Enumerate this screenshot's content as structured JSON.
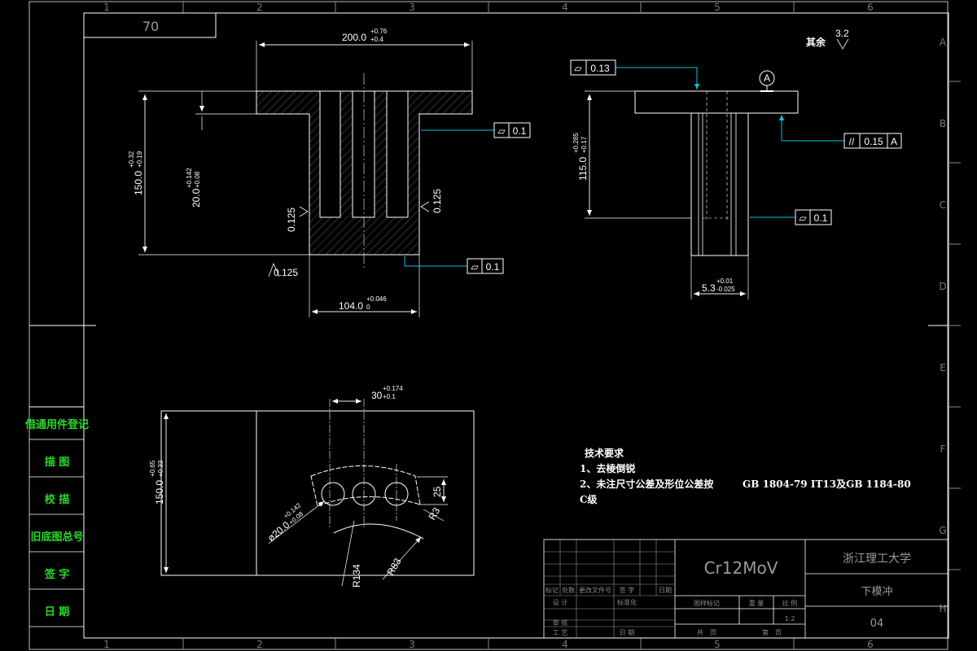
{
  "colors": {
    "background": "#000000",
    "line": "#ffffff",
    "leader": "#00c8e6",
    "side_label": "#22dd22",
    "muted": "#8a8a8a"
  },
  "border_zones": {
    "columns": [
      "1",
      "2",
      "3",
      "4",
      "5",
      "6"
    ],
    "rows": [
      "A",
      "B",
      "C",
      "D",
      "E",
      "F",
      "G",
      "H"
    ]
  },
  "corner_code": "70",
  "roughness": {
    "label": "其余",
    "value": "3.2"
  },
  "side_labels": [
    "借通用件登记",
    "描 图",
    "校 描",
    "旧底图总号",
    "签 字",
    "日 期"
  ],
  "front_view": {
    "dim_top": {
      "base": "200.0",
      "upper": "+0.76",
      "lower": "+0.4"
    },
    "dim_height": {
      "base": "150.0",
      "upper": "+0.32",
      "lower": "+0.19"
    },
    "dim_flange": {
      "base": "20.0",
      "upper": "+0.142",
      "lower": "+0.08"
    },
    "dim_bottom": {
      "base": "104.0",
      "upper": "+0.046",
      "lower": "0"
    },
    "finish_left": "0.125",
    "finish_right": "0.125",
    "finish_bottom": "0.125",
    "flatness_right": {
      "symbol": "▱",
      "value": "0.1"
    },
    "flatness_bottom": {
      "symbol": "▱",
      "value": "0.1"
    }
  },
  "side_view": {
    "flatness_top": {
      "symbol": "▱",
      "value": "0.13"
    },
    "datum": "A",
    "parallel": {
      "symbol": "//",
      "value": "0.15",
      "datum": "A"
    },
    "flatness_side": {
      "symbol": "▱",
      "value": "0.1"
    },
    "dim_height": {
      "base": "115.0",
      "upper": "+0.285",
      "lower": "+0.17"
    },
    "dim_width": {
      "base": "5.3",
      "upper": "+0.01",
      "lower": "-0.025"
    }
  },
  "top_view": {
    "dim_height": {
      "base": "150.0",
      "upper": "+0.65",
      "lower": "+0.33"
    },
    "dim_spacing": {
      "base": "30",
      "upper": "+0.174",
      "lower": "+0.1"
    },
    "dim_hole": {
      "base": "ø20.0",
      "upper": "+0.142",
      "lower": "+0.08"
    },
    "dim_slot": "25",
    "r_small": "R3",
    "r_inner": "R83",
    "r_outer": "R134"
  },
  "tech_requirements": {
    "title": "技术要求",
    "line1": "1、去棱倒锐",
    "line2": "2、未注尺寸公差及形位公差按",
    "line2_std": "GB 1804-79   IT13及GB 1184-80",
    "line3": "C级"
  },
  "title_block": {
    "material": "Cr12MoV",
    "school": "浙江理工大学",
    "part_name": "下模冲",
    "drawing_no": "04",
    "row_labels": [
      "标记",
      "处数",
      "更改文件号",
      "签 字",
      "日期"
    ],
    "design": "设 计",
    "standard": "标准化",
    "review": "审 核",
    "process": "工 艺",
    "date": "日 期",
    "pattern_mark": "图样标记",
    "weight": "重 量",
    "scale_label": "比 例",
    "scale_value": "1:2",
    "total": "共　页",
    "sheet": "第　页"
  }
}
